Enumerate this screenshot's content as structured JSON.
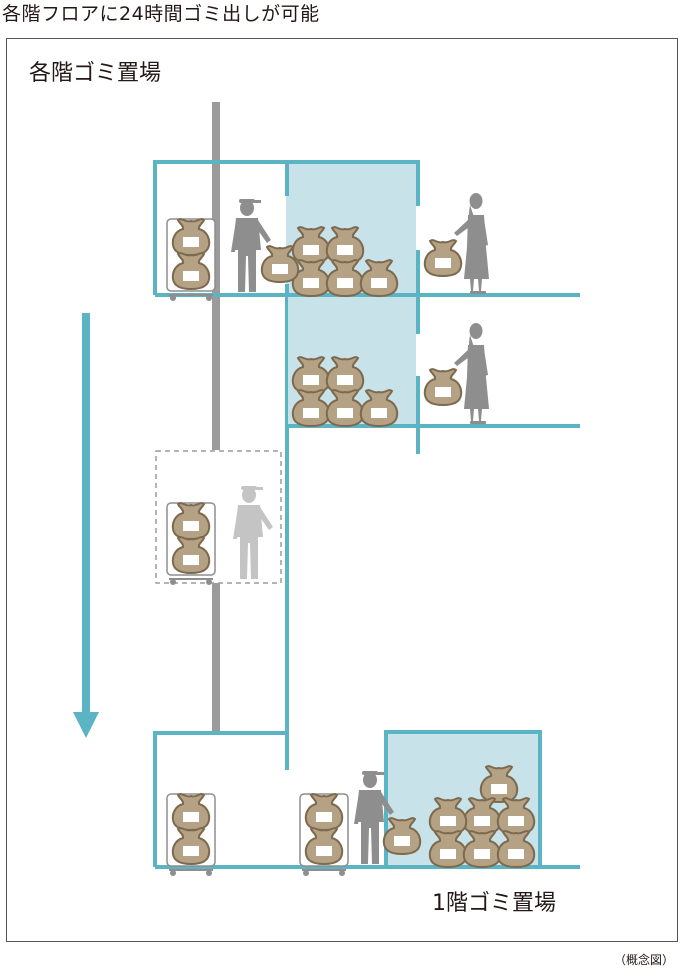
{
  "header": {
    "title": "各階フロアに24時間ゴミ出しが可能"
  },
  "diagram": {
    "floor_label": "各階ゴミ置場",
    "ground_label": "1階ゴミ置場",
    "note": "（概念図）"
  },
  "colors": {
    "wall": "#5bb4c3",
    "room_fill": "#c7e2e8",
    "pole": "#9b9b9b",
    "bag": "#b5a285",
    "bag_outline": "#7d6a4e",
    "figure": "#8e8e8e",
    "figure_light": "#c4c4c4"
  }
}
